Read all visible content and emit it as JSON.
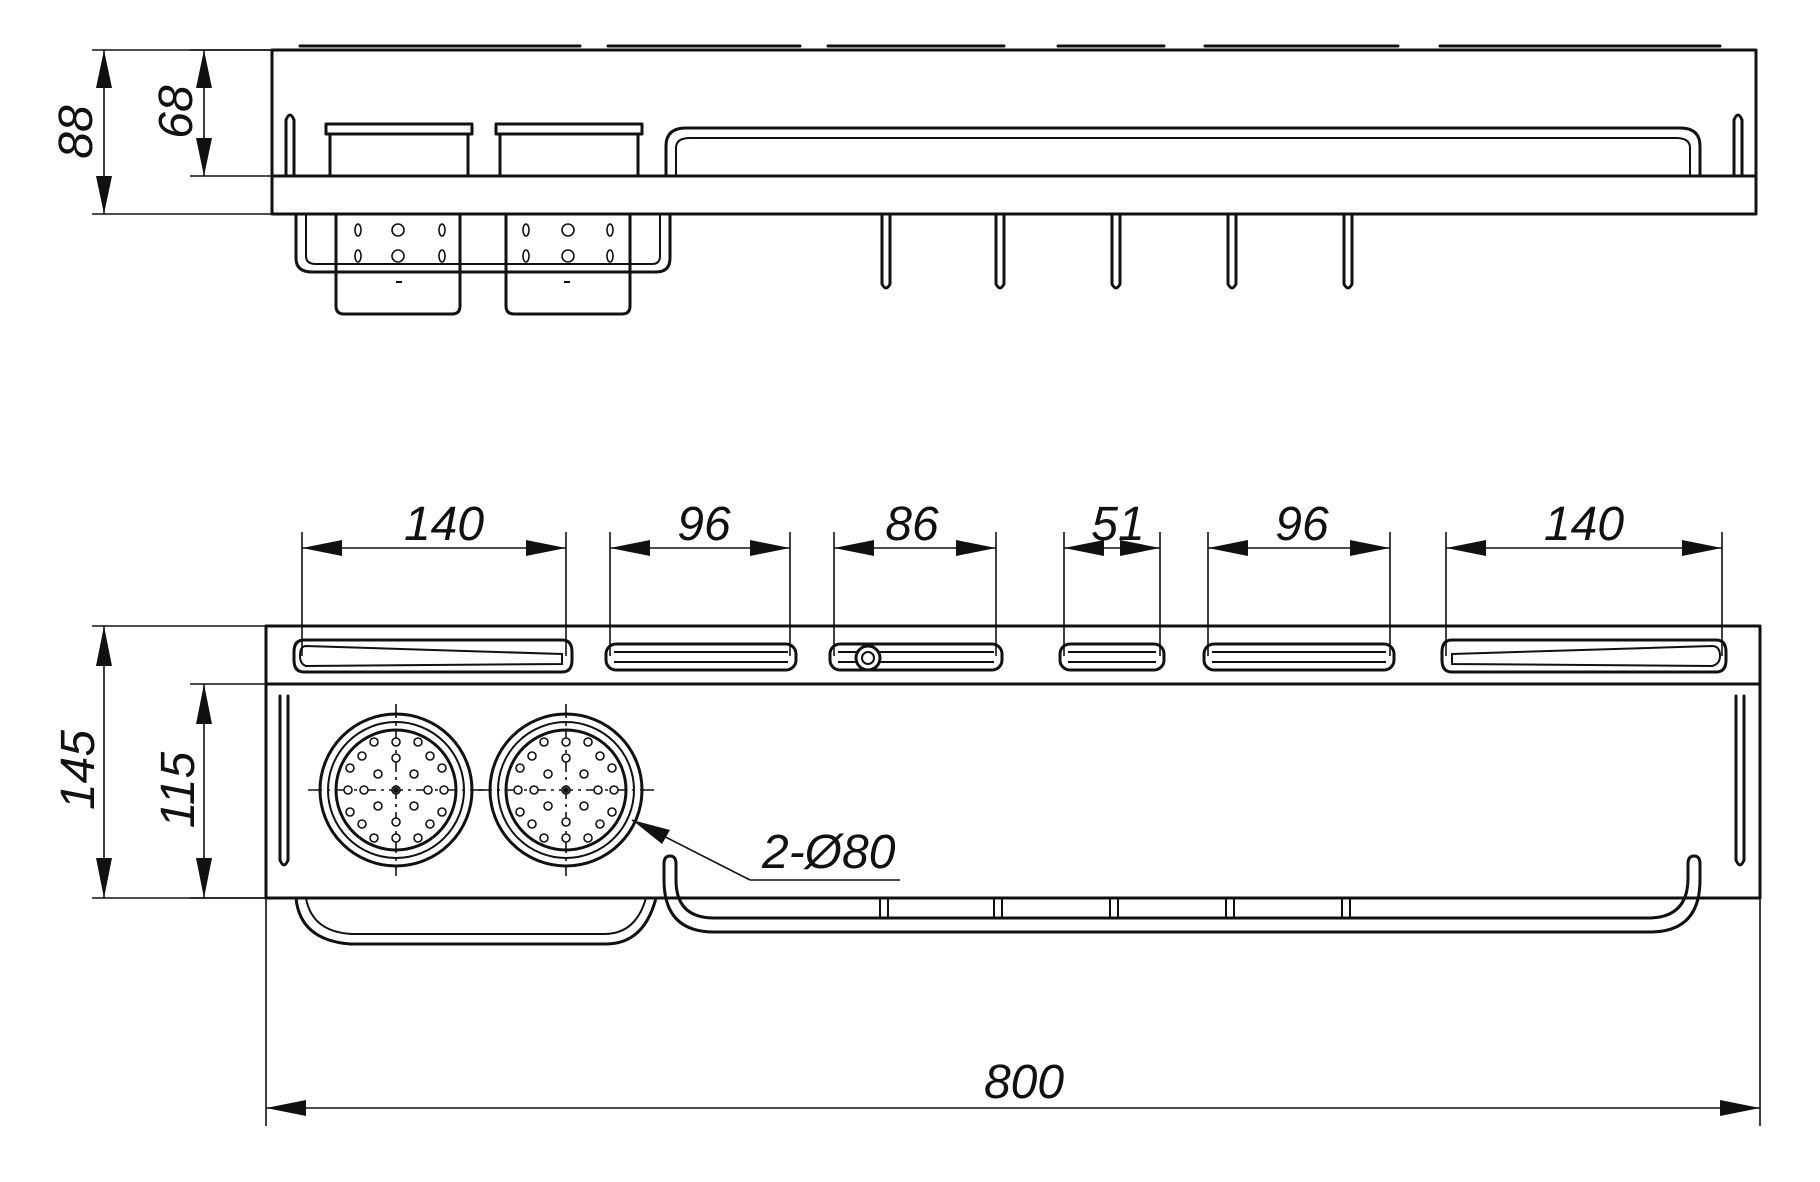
{
  "side_view": {
    "total_height": "88",
    "basket_height": "68"
  },
  "top_view": {
    "slot_widths": [
      "140",
      "96",
      "86",
      "51",
      "96",
      "140"
    ],
    "depth_total": "145",
    "depth_inner": "115",
    "diameter_callout": "2-Ø80",
    "overall_length": "800"
  }
}
